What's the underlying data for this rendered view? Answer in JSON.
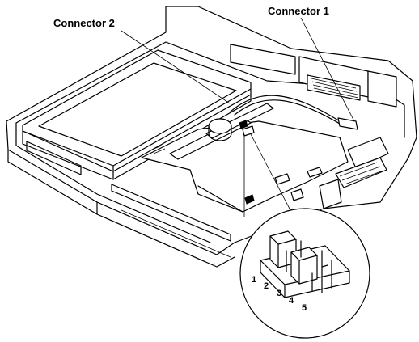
{
  "labels": {
    "connector_1": "Connector 1",
    "connector_2": "Connector 2"
  },
  "pin_numbers": [
    "1",
    "2",
    "3",
    "4",
    "5"
  ]
}
